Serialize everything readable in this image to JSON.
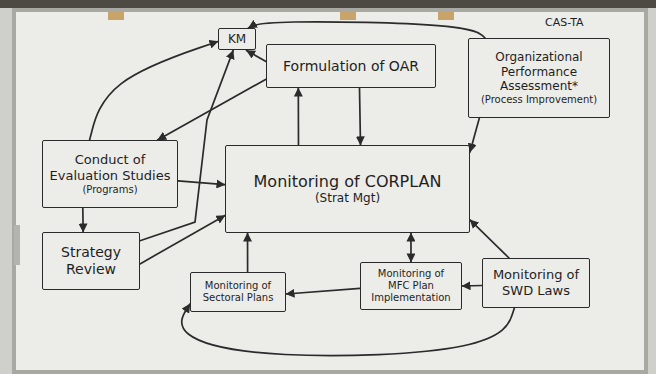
{
  "diagram": {
    "nodes": [
      {
        "text": [
          "KM"
        ]
      },
      {
        "text": [
          "Formulation of OAR"
        ]
      },
      {
        "text": [
          "Organizational Performance Assessment*",
          "(Process Improvement)"
        ]
      },
      {
        "text": [
          "Conduct of Evaluation Studies",
          "(Programs)"
        ]
      },
      {
        "text": [
          "Monitoring of CORPLAN",
          "(Strat Mgt)"
        ]
      },
      {
        "text": [
          "Strategy Review"
        ]
      },
      {
        "text": [
          "Monitoring of Sectoral Plans"
        ]
      },
      {
        "text": [
          "Monitoring of MFC Plan Implementation"
        ]
      },
      {
        "text": [
          "Monitoring of SWD Laws"
        ]
      }
    ],
    "edges": [
      {
        "from": 3,
        "to": 0,
        "arrow": "to"
      },
      {
        "from": 5,
        "to": 0,
        "arrow": "to"
      },
      {
        "from": 1,
        "to": 0,
        "arrow": "to"
      },
      {
        "from": 1,
        "to": 3,
        "arrow": "to"
      },
      {
        "from": 2,
        "to": 0,
        "arrow": "to"
      },
      {
        "from": 4,
        "to": 1,
        "arrow": "to"
      },
      {
        "from": 1,
        "to": 4,
        "arrow": "to"
      },
      {
        "from": 2,
        "to": 4,
        "arrow": "to"
      },
      {
        "from": 3,
        "to": 4,
        "arrow": "to"
      },
      {
        "from": 3,
        "to": 5,
        "arrow": "to"
      },
      {
        "from": 5,
        "to": 4,
        "arrow": "to"
      },
      {
        "from": 6,
        "to": 4,
        "arrow": "to"
      },
      {
        "from": 7,
        "to": 4,
        "arrow": "both"
      },
      {
        "from": 7,
        "to": 6,
        "arrow": "to"
      },
      {
        "from": 8,
        "to": 7,
        "arrow": "to"
      },
      {
        "from": 8,
        "to": 4,
        "arrow": "to"
      },
      {
        "from": 8,
        "to": 6,
        "arrow": "to"
      }
    ],
    "labels": [
      "CAS-TA"
    ]
  }
}
